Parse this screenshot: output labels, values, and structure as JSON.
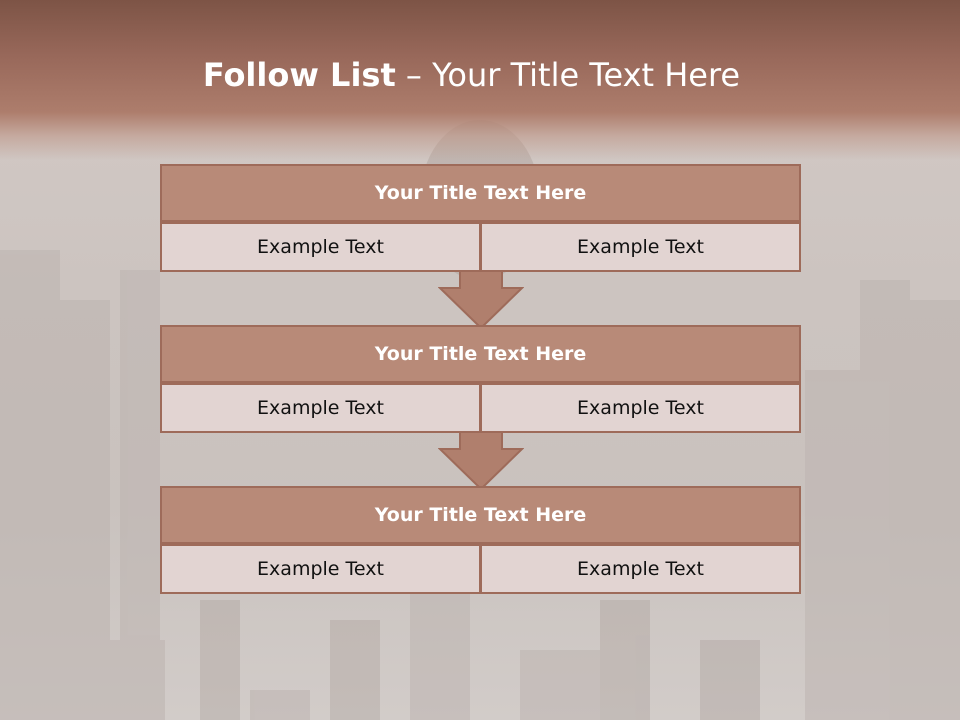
{
  "slide": {
    "title_bold": "Follow List",
    "title_rest": " – Your Title Text Here"
  },
  "steps": [
    {
      "title": "Your Title Text Here",
      "left": "Example Text",
      "right": "Example Text"
    },
    {
      "title": "Your Title Text Here",
      "left": "Example Text",
      "right": "Example Text"
    },
    {
      "title": "Your Title Text Here",
      "left": "Example Text",
      "right": "Example Text"
    }
  ],
  "colors": {
    "header": "#98685a",
    "box_title": "#b88a78",
    "box_cell": "#e2d4d2",
    "border": "#9e6b5a"
  }
}
